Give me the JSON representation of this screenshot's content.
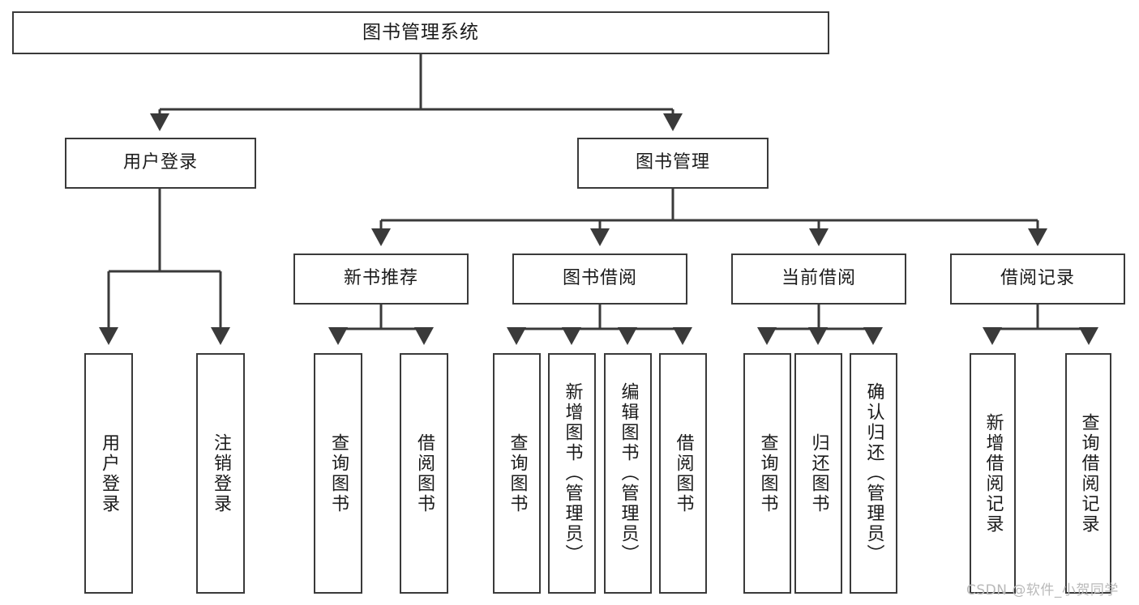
{
  "diagram": {
    "type": "tree-hierarchy",
    "title": "图书管理系统",
    "watermark": "CSDN @软件_小贺同学",
    "colors": {
      "border": "#3a3a3a",
      "background": "#ffffff",
      "text": "#1b1b1b",
      "connector": "#3a3a3a",
      "watermark": "#b9b9b9"
    },
    "levels": {
      "root": {
        "label": "图书管理系统"
      },
      "level2": [
        {
          "label": "用户登录"
        },
        {
          "label": "图书管理"
        }
      ],
      "level3": [
        {
          "label": "新书推荐"
        },
        {
          "label": "图书借阅"
        },
        {
          "label": "当前借阅"
        },
        {
          "label": "借阅记录"
        }
      ]
    },
    "leaves": {
      "user_login": [
        {
          "label": "用户登录"
        },
        {
          "label": "注销登录"
        }
      ],
      "new_book_recommend": [
        {
          "label": "查询图书"
        },
        {
          "label": "借阅图书"
        }
      ],
      "book_borrow": [
        {
          "label": "查询图书"
        },
        {
          "label": "新增图书（管理员）"
        },
        {
          "label": "编辑图书（管理员）"
        },
        {
          "label": "借阅图书"
        }
      ],
      "current_borrow": [
        {
          "label": "查询图书"
        },
        {
          "label": "归还图书"
        },
        {
          "label": "确认归还（管理员）"
        }
      ],
      "borrow_record": [
        {
          "label": "新增借阅记录"
        },
        {
          "label": "查询借阅记录"
        }
      ]
    }
  }
}
